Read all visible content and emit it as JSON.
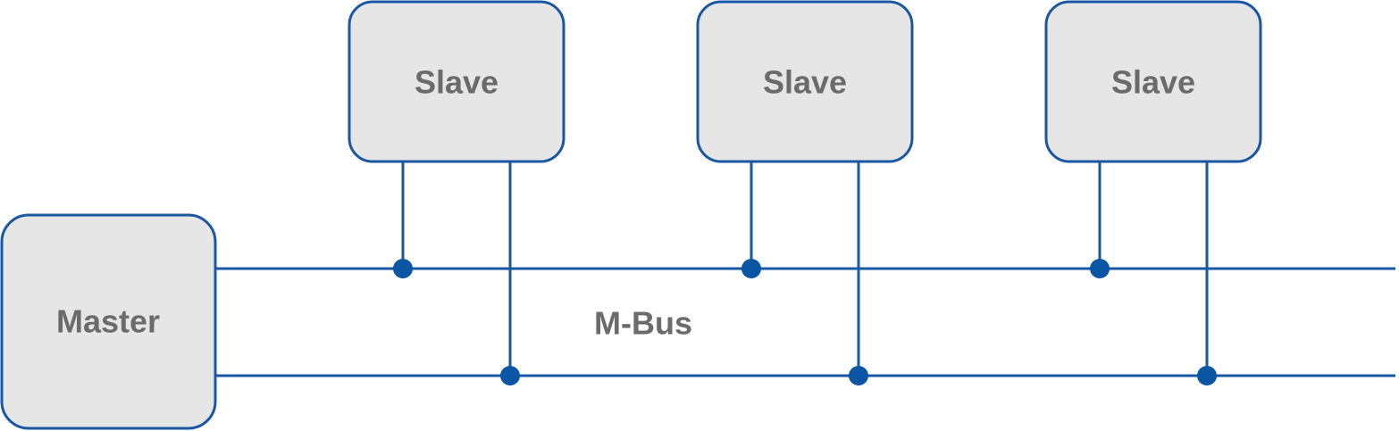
{
  "diagram": {
    "master": {
      "label": "Master"
    },
    "bus": {
      "label": "M-Bus"
    },
    "slaves": [
      {
        "label": "Slave"
      },
      {
        "label": "Slave"
      },
      {
        "label": "Slave"
      }
    ],
    "colors": {
      "line": "#1a57a3",
      "node": "#0b55a5",
      "box_fill": "#e6e6e6",
      "text": "#6b6b6b"
    }
  }
}
